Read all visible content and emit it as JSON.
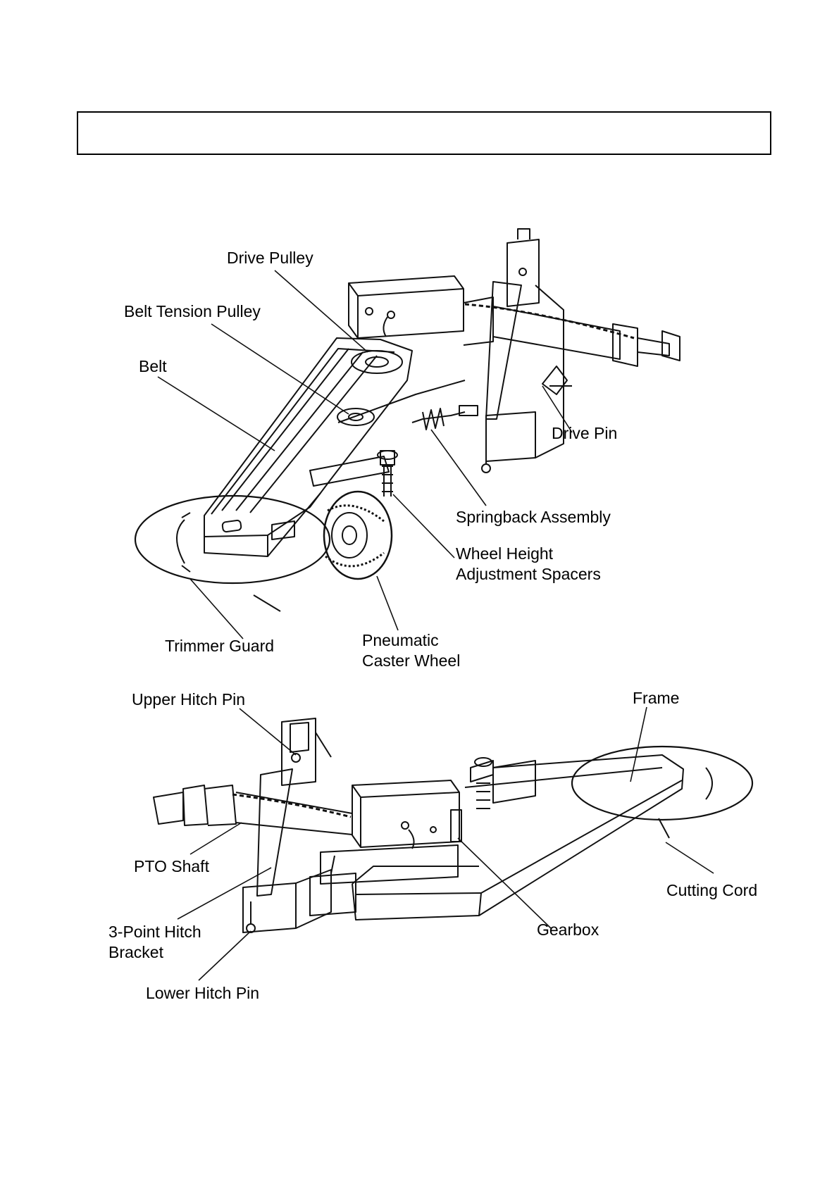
{
  "header": {
    "title": ""
  },
  "top_view": {
    "labels": {
      "drive_pulley": "Drive Pulley",
      "belt_tension_pulley": "Belt Tension Pulley",
      "belt": "Belt",
      "drive_pin": "Drive Pin",
      "springback_assembly": "Springback Assembly",
      "wheel_height_line1": "Wheel Height",
      "wheel_height_line2": "Adjustment Spacers",
      "trimmer_guard": "Trimmer Guard",
      "pneumatic_line1": "Pneumatic",
      "pneumatic_line2": "Caster Wheel"
    }
  },
  "bottom_view": {
    "labels": {
      "upper_hitch_pin": "Upper Hitch Pin",
      "frame": "Frame",
      "pto_shaft": "PTO Shaft",
      "cutting_cord": "Cutting Cord",
      "hitch_bracket_line1": "3-Point Hitch",
      "hitch_bracket_line2": "Bracket",
      "gearbox": "Gearbox",
      "lower_hitch_pin": "Lower Hitch Pin"
    }
  }
}
